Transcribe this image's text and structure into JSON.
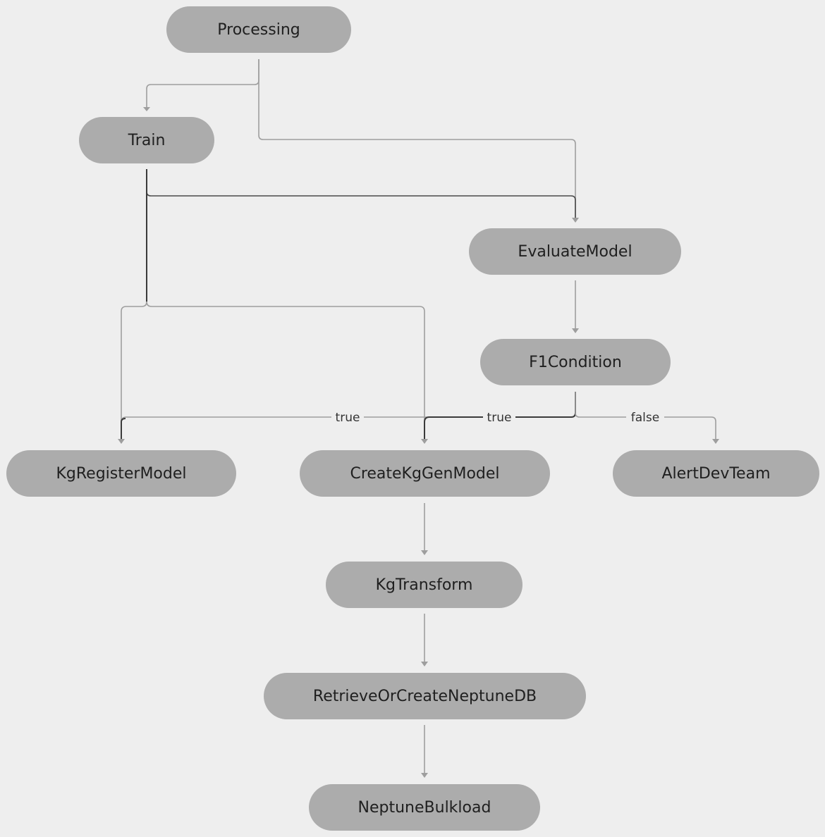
{
  "nodes": {
    "processing": "Processing",
    "train": "Train",
    "evaluate_model": "EvaluateModel",
    "f1_condition": "F1Condition",
    "kg_register_model": "KgRegisterModel",
    "create_kg_gen_model": "CreateKgGenModel",
    "alert_dev_team": "AlertDevTeam",
    "kg_transform": "KgTransform",
    "retrieve_or_create_neptune_db": "RetrieveOrCreateNeptuneDB",
    "neptune_bulkload": "NeptuneBulkload"
  },
  "edges": [
    {
      "from": "Processing",
      "to": "Train",
      "label": ""
    },
    {
      "from": "Processing",
      "to": "EvaluateModel",
      "label": ""
    },
    {
      "from": "Train",
      "to": "EvaluateModel",
      "label": ""
    },
    {
      "from": "Train",
      "to": "KgRegisterModel",
      "label": ""
    },
    {
      "from": "Train",
      "to": "CreateKgGenModel",
      "label": ""
    },
    {
      "from": "EvaluateModel",
      "to": "F1Condition",
      "label": ""
    },
    {
      "from": "F1Condition",
      "to": "KgRegisterModel",
      "label": "true"
    },
    {
      "from": "F1Condition",
      "to": "CreateKgGenModel",
      "label": "true"
    },
    {
      "from": "F1Condition",
      "to": "AlertDevTeam",
      "label": "false"
    },
    {
      "from": "CreateKgGenModel",
      "to": "KgTransform",
      "label": ""
    },
    {
      "from": "KgTransform",
      "to": "RetrieveOrCreateNeptuneDB",
      "label": ""
    },
    {
      "from": "RetrieveOrCreateNeptuneDB",
      "to": "NeptuneBulkload",
      "label": ""
    }
  ],
  "colors": {
    "background": "#eeeeee",
    "node_fill": "#acacac",
    "edge_light": "#9e9e9e",
    "edge_dark": "#3a3a3a",
    "text": "#1f1f1f"
  }
}
